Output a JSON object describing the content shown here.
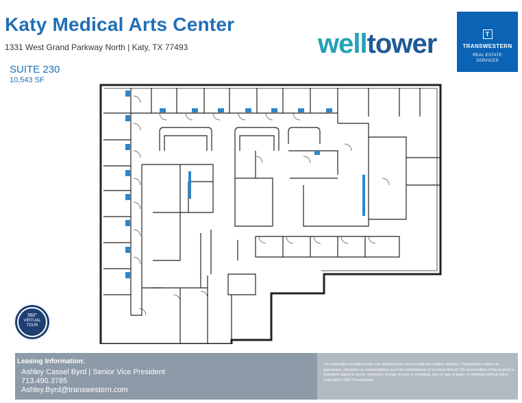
{
  "header": {
    "title": "Katy Medical Arts Center",
    "address": "1331 West Grand Parkway North | Katy, TX 77493",
    "suite_name": "SUITE 230",
    "suite_size": "10,543 SF"
  },
  "logos": {
    "welltower_part1": "well",
    "welltower_part2": "tower",
    "transwestern_mark": "T",
    "transwestern_name": "TRANSWESTERN",
    "transwestern_sub1": "REAL ESTATE",
    "transwestern_sub2": "SERVICES"
  },
  "tour_badge": {
    "line1": "360°",
    "line2": "VIRTUAL",
    "line3": "TOUR"
  },
  "footer": {
    "heading": "Leasing Information:",
    "contact_line": "Ashley Cassel Byrd | Senior Vice President",
    "phone": "713.490.3785",
    "email": "Ashley.Byrd@transwestern.com",
    "disclaimer": "The information provided herein was obtained from sources believed reliable; however, Transwestern makes no guarantees, warranties or representations as to the completeness of accuracy thereof. The presentation of this property is submitted subject to errors, omissions, change of price or conditions, prior to sale or lease, or withdrawl without notice.",
    "copyright": "Copyright © 2023 Transwestern."
  },
  "colors": {
    "brand_blue": "#1f6fb6",
    "transwestern_blue": "#0a63b4",
    "welltower_teal": "#24a1b6",
    "welltower_navy": "#1f5a96",
    "footer_gray": "#8d9aa7",
    "fixture_blue": "#2e86c8"
  }
}
